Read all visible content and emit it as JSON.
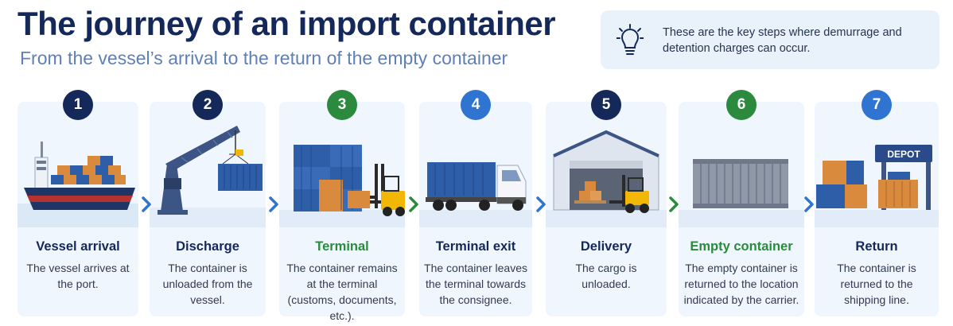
{
  "header": {
    "title": "The journey of an import container",
    "subtitle": "From the vessel’s arrival to the return of the empty container"
  },
  "note": {
    "icon": "lightbulb-icon",
    "text": "These are the key steps where demurrage and detention charges can occur."
  },
  "colors": {
    "navy": "#14285a",
    "blue": "#2f74d0",
    "green": "#2b8a3e",
    "container_blue": "#2f5ea8",
    "container_orange": "#d98a3d",
    "forklift_yellow": "#f2b705"
  },
  "steps": [
    {
      "number": "1",
      "label": "Vessel arrival",
      "description": "The vessel arrives at the port.",
      "badge_color": "#14285a",
      "label_color": "#14285a",
      "icon": "cargo-ship-icon"
    },
    {
      "number": "2",
      "label": "Discharge",
      "description": "The container is unloaded from the vessel.",
      "badge_color": "#14285a",
      "label_color": "#14285a",
      "icon": "gantry-crane-icon"
    },
    {
      "number": "3",
      "label": "Terminal",
      "description": "The container remains at the terminal (customs, documents, etc.).",
      "badge_color": "#2b8a3e",
      "label_color": "#2b8a3e",
      "icon": "terminal-stack-icon"
    },
    {
      "number": "4",
      "label": "Terminal exit",
      "description": "The container leaves the terminal towards the consignee.",
      "badge_color": "#2f74d0",
      "label_color": "#14285a",
      "icon": "truck-icon"
    },
    {
      "number": "5",
      "label": "Delivery",
      "description": "The cargo is unloaded.",
      "badge_color": "#14285a",
      "label_color": "#14285a",
      "icon": "warehouse-icon"
    },
    {
      "number": "6",
      "label": "Empty container",
      "description": "The empty container is returned to the location indicated by the carrier.",
      "badge_color": "#2b8a3e",
      "label_color": "#2b8a3e",
      "icon": "empty-container-icon"
    },
    {
      "number": "7",
      "label": "Return",
      "description": "The container is returned to the shipping line.",
      "badge_color": "#2f74d0",
      "label_color": "#14285a",
      "icon": "depot-icon"
    }
  ],
  "arrows": [
    {
      "color": "#2f74d0",
      "icon": "chevron-right-icon"
    },
    {
      "color": "#2f74d0",
      "icon": "chevron-right-icon"
    },
    {
      "color": "#2b8a3e",
      "icon": "chevron-right-icon"
    },
    {
      "color": "#2f74d0",
      "icon": "chevron-right-icon"
    },
    {
      "color": "#2b8a3e",
      "icon": "chevron-right-icon"
    },
    {
      "color": "#2f74d0",
      "icon": "chevron-right-icon"
    }
  ],
  "depot_sign": "DEPOT"
}
